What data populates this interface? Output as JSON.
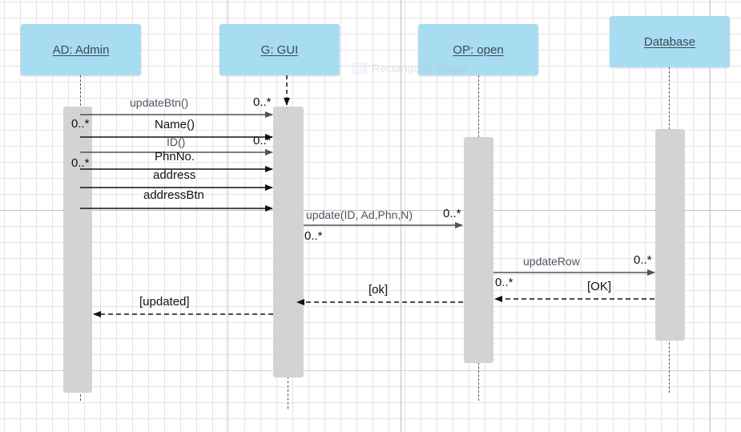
{
  "participants": {
    "admin": "AD:  Admin",
    "gui": "G: GUI",
    "open": "OP: open",
    "database": "Database"
  },
  "ghost_shape_label": "Rectangular Shape",
  "messages": {
    "update_btn": "updateBtn()",
    "name": "Name()",
    "id": "ID()",
    "phn_no": "PhnNo.",
    "address": "address",
    "address_btn": "addressBtn",
    "update": "update(ID, Ad,Phn,N)",
    "update_row": "updateRow",
    "ok_upper": "[OK]",
    "ok_lower": "[ok]",
    "updated": "[updated]"
  },
  "multiplicity": "0..*"
}
